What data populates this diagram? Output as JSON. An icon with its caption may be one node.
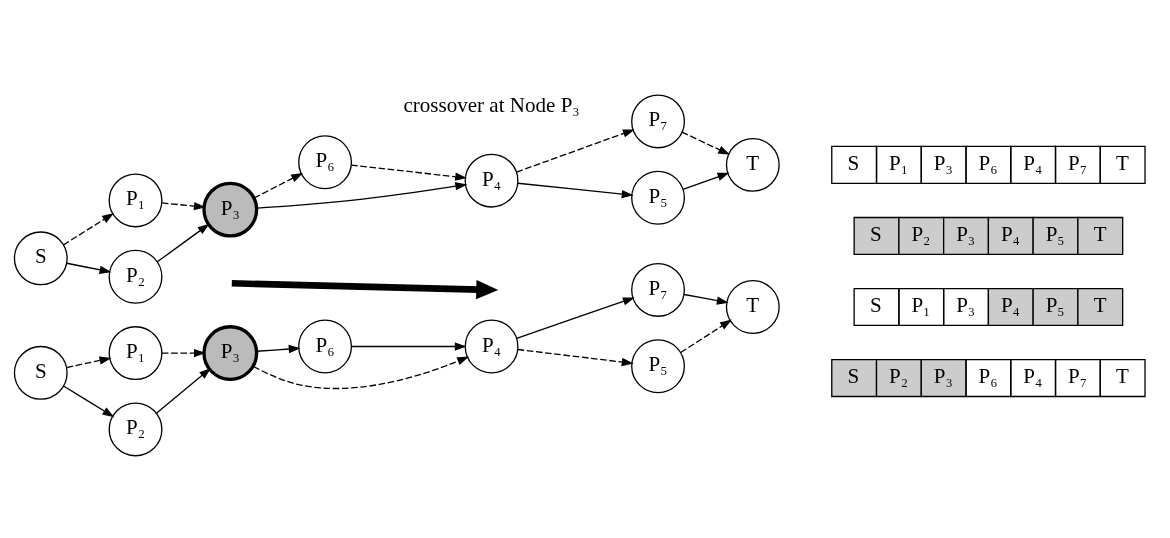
{
  "diagram": {
    "nodes": [
      {
        "text": [
          "S"
        ]
      },
      {
        "text": [
          "P₁"
        ]
      },
      {
        "text": [
          "P₂"
        ]
      },
      {
        "text": [
          "P₃"
        ]
      },
      {
        "text": [
          "P₆"
        ]
      },
      {
        "text": [
          "P₄"
        ]
      },
      {
        "text": [
          "P₇"
        ]
      },
      {
        "text": [
          "P₅"
        ]
      },
      {
        "text": [
          "T"
        ]
      },
      {
        "text": [
          "S"
        ]
      },
      {
        "text": [
          "P₁"
        ]
      },
      {
        "text": [
          "P₂"
        ]
      },
      {
        "text": [
          "P₃"
        ]
      },
      {
        "text": [
          "P₆"
        ]
      },
      {
        "text": [
          "P₄"
        ]
      },
      {
        "text": [
          "P₇"
        ]
      },
      {
        "text": [
          "P₅"
        ]
      },
      {
        "text": [
          "T"
        ]
      }
    ],
    "edges": [
      {
        "from": 0,
        "to": 1,
        "arrow": "to",
        "style": "dashed"
      },
      {
        "from": 0,
        "to": 2,
        "arrow": "to"
      },
      {
        "from": 1,
        "to": 3,
        "arrow": "to",
        "style": "dashed"
      },
      {
        "from": 2,
        "to": 3,
        "arrow": "to"
      },
      {
        "from": 3,
        "to": 4,
        "arrow": "to",
        "style": "dashed"
      },
      {
        "from": 3,
        "to": 5,
        "arrow": "to"
      },
      {
        "from": 4,
        "to": 5,
        "arrow": "to",
        "style": "dashed"
      },
      {
        "from": 5,
        "to": 6,
        "arrow": "to",
        "style": "dashed"
      },
      {
        "from": 5,
        "to": 7,
        "arrow": "to"
      },
      {
        "from": 6,
        "to": 8,
        "arrow": "to",
        "style": "dashed"
      },
      {
        "from": 7,
        "to": 8,
        "arrow": "to"
      },
      {
        "from": 9,
        "to": 10,
        "arrow": "to",
        "style": "dashed"
      },
      {
        "from": 9,
        "to": 11,
        "arrow": "to"
      },
      {
        "from": 10,
        "to": 12,
        "arrow": "to",
        "style": "dashed"
      },
      {
        "from": 11,
        "to": 12,
        "arrow": "to"
      },
      {
        "from": 12,
        "to": 13,
        "arrow": "to"
      },
      {
        "from": 12,
        "to": 14,
        "arrow": "to",
        "style": "dashed"
      },
      {
        "from": 13,
        "to": 14,
        "arrow": "to"
      },
      {
        "from": 14,
        "to": 15,
        "arrow": "to"
      },
      {
        "from": 14,
        "to": 16,
        "arrow": "to",
        "style": "dashed"
      },
      {
        "from": 15,
        "to": 17,
        "arrow": "to"
      },
      {
        "from": 16,
        "to": 17,
        "arrow": "to",
        "style": "dashed"
      }
    ],
    "labels": [
      "S",
      "P₁",
      "P₃",
      "P₆",
      "P₄",
      "P₇",
      "T",
      "S",
      "P₂",
      "P₃",
      "P₄",
      "P₅",
      "T",
      "crossover at Node P₃",
      "S",
      "P₁",
      "P₃",
      "P₄",
      "P₅",
      "T",
      "S",
      "P₂",
      "P₃",
      "P₆",
      "P₄",
      "P₇",
      "T"
    ]
  }
}
